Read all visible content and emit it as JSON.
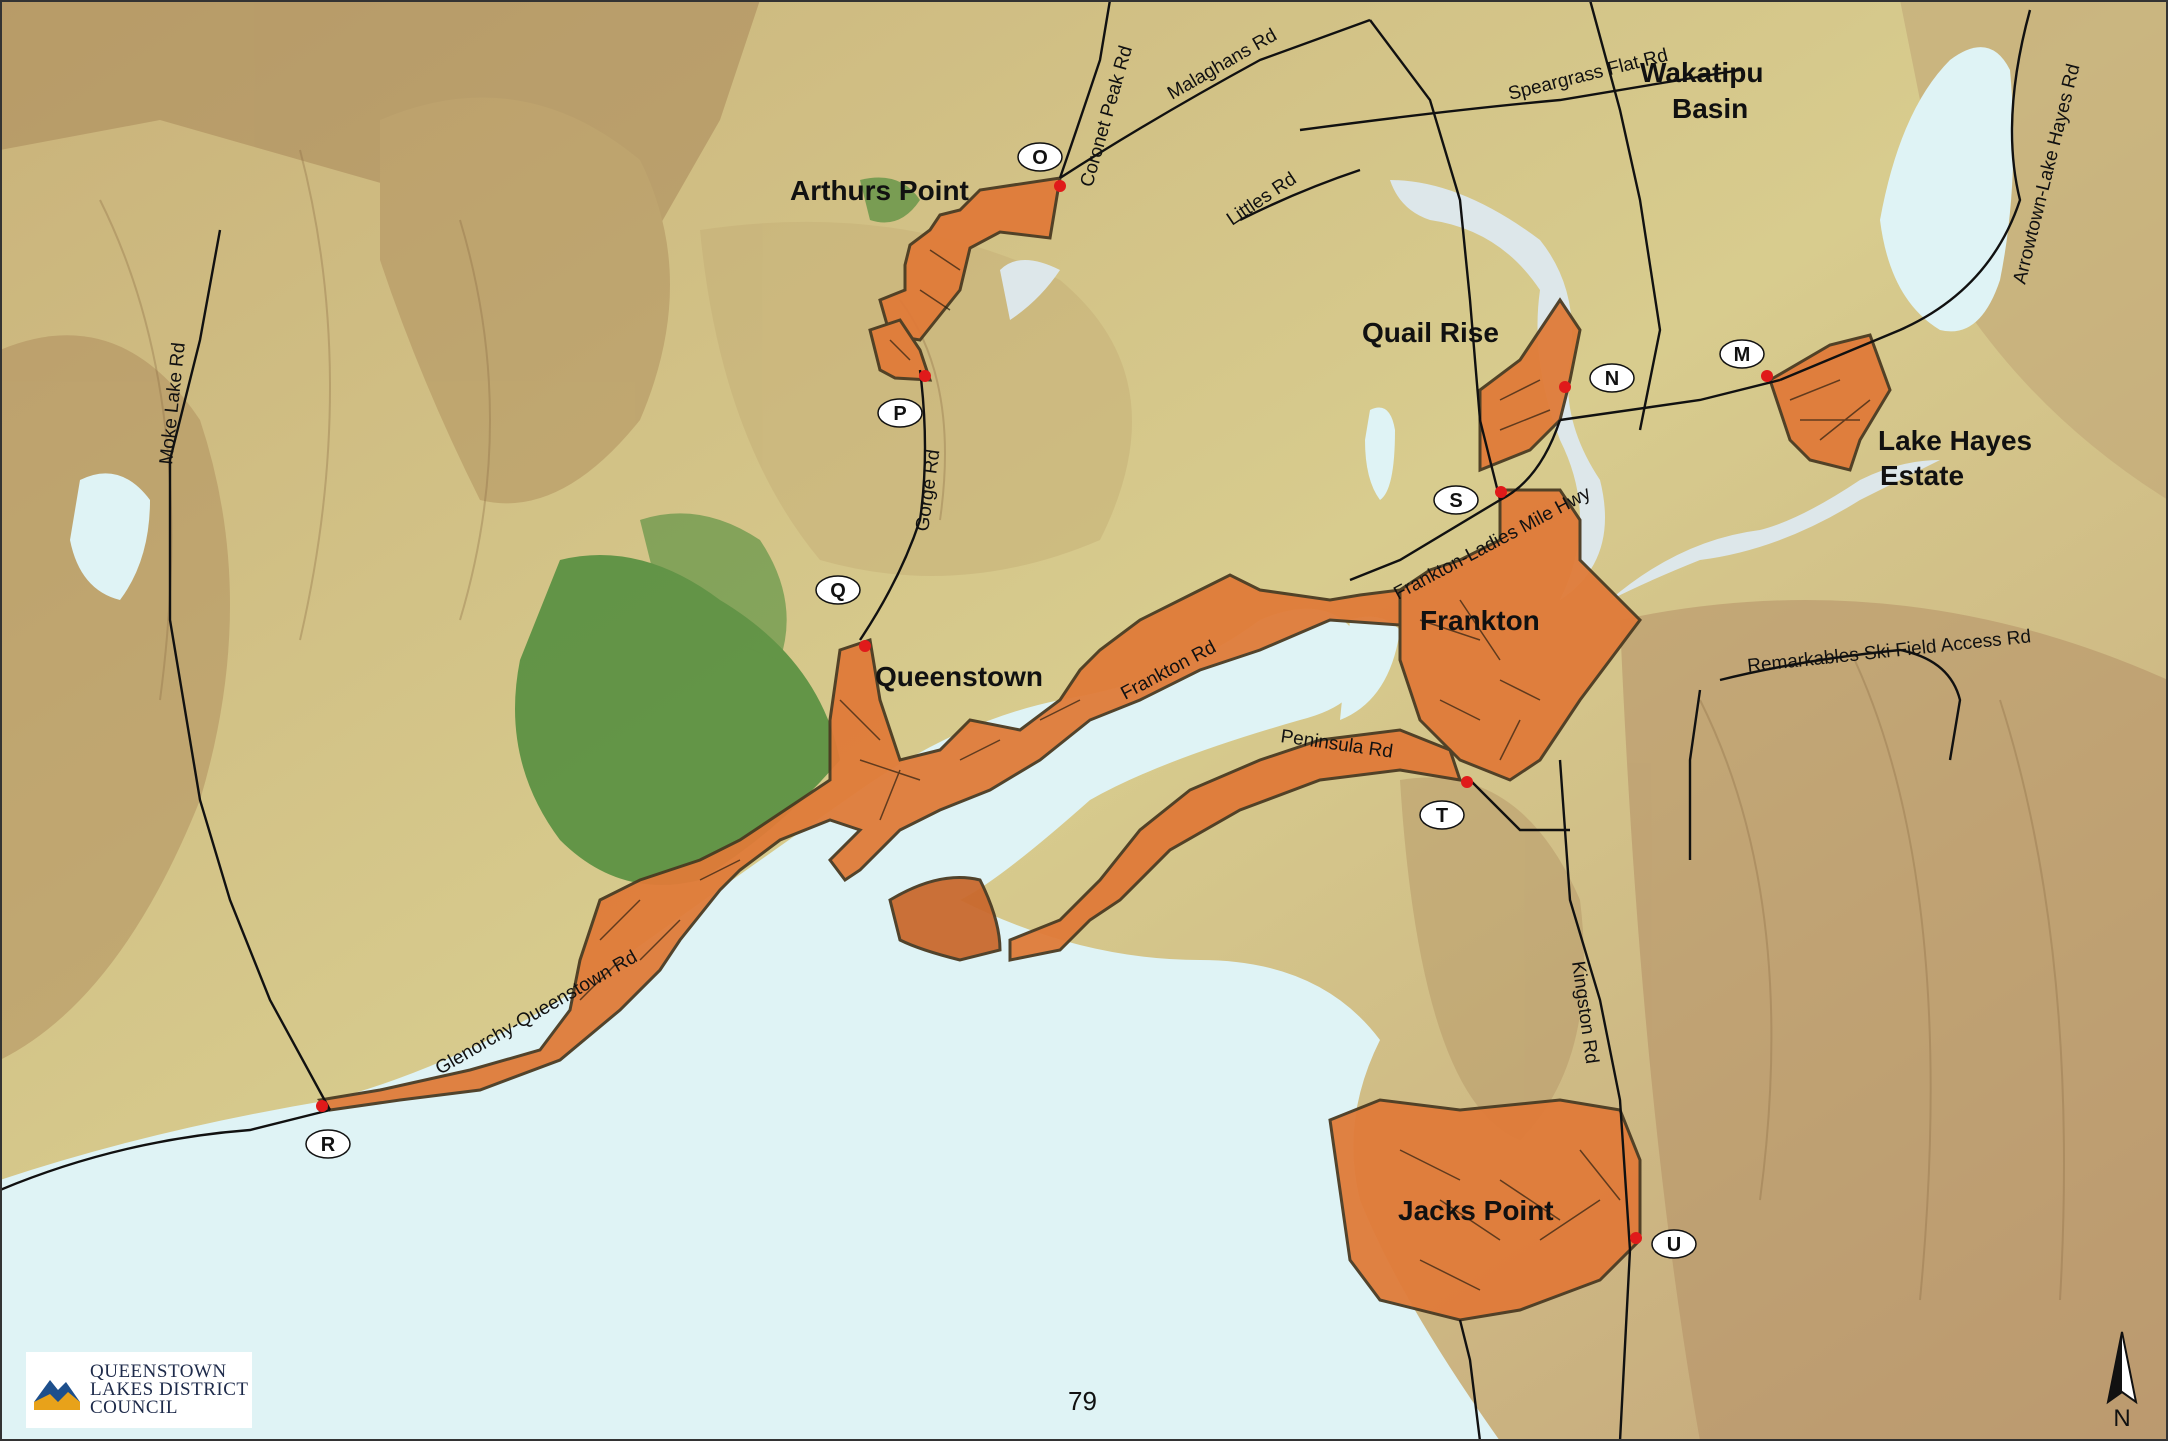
{
  "places": {
    "arthurs_point": "Arthurs Point",
    "wakatipu_basin_l1": "Wakatipu",
    "wakatipu_basin_l2": "Basin",
    "quail_rise": "Quail Rise",
    "lake_hayes_estate_l1": "Lake Hayes",
    "lake_hayes_estate_l2": "Estate",
    "queenstown": "Queenstown",
    "frankton": "Frankton",
    "jacks_point": "Jacks Point"
  },
  "roads": {
    "coronet_peak": "Coronet Peak Rd",
    "malaghans": "Malaghans Rd",
    "speargrass": "Speargrass Flat Rd",
    "littles": "Littles Rd",
    "arrowtown_lake_hayes": "Arrowtown-Lake Hayes Rd",
    "moke_lake": "Moke Lake Rd",
    "gorge": "Gorge Rd",
    "frankton_ladies_mile": "Frankton-Ladies Mile Hwy",
    "frankton_rd": "Frankton Rd",
    "peninsula": "Peninsula Rd",
    "remarkables": "Remarkables Ski Field Access Rd",
    "glenorchy": "Glenorchy-Queenstown Rd",
    "kingston": "Kingston Rd"
  },
  "markers": [
    "O",
    "P",
    "Q",
    "R",
    "M",
    "N",
    "S",
    "T",
    "U"
  ],
  "page_number": "79",
  "logo": {
    "line1": "QUEENSTOWN",
    "line2": "LAKES DISTRICT",
    "line3": "COUNCIL"
  },
  "north_label": "N",
  "colors": {
    "lake": "#dff3f5",
    "land": "#d6c98a",
    "mountain": "#b89a64",
    "forest": "#4f8c3c",
    "urban": "#e07b39",
    "urban_edge": "#4a3a22",
    "road": "#111111",
    "marker": "#e01a1a"
  }
}
